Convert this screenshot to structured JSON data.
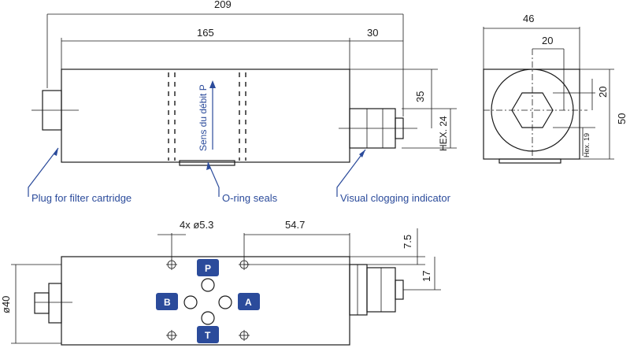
{
  "dimensions": {
    "overall_length": "209",
    "body_length": "165",
    "indicator_length": "30",
    "side_width": "46",
    "side_inner_width": "20",
    "side_inner_height": "20",
    "side_height": "50",
    "hex_small": "Hex. 19",
    "top_offset": "35",
    "hex_indicator": "HEX. 24",
    "holes": "4x ø5.3",
    "hole_spacing": "54.7",
    "offset_small": "7.5",
    "offset_medium": "17",
    "diameter_plug": "ø40"
  },
  "callouts": {
    "plug": "Plug for filter cartridge",
    "seals": "O-ring seals",
    "indicator": "Visual clogging indicator"
  },
  "flow_label": "Sens du débit P",
  "ports": {
    "p": "P",
    "b": "B",
    "a": "A",
    "t": "T"
  },
  "colors": {
    "accent": "#2b4b9b",
    "line": "#1a1a1a"
  }
}
